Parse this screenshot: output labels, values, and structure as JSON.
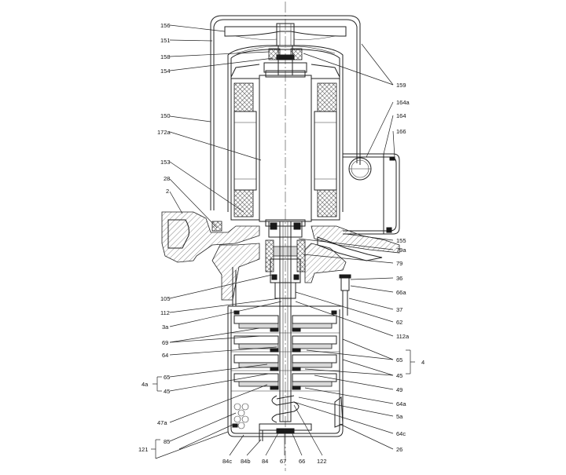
{
  "labels_left": [
    {
      "key": "l156",
      "text": "156"
    },
    {
      "key": "l151",
      "text": "151"
    },
    {
      "key": "l158",
      "text": "158"
    },
    {
      "key": "l154",
      "text": "154"
    },
    {
      "key": "l150",
      "text": "150"
    },
    {
      "key": "l172a",
      "text": "172a"
    },
    {
      "key": "l153",
      "text": "153"
    },
    {
      "key": "l28",
      "text": "28"
    },
    {
      "key": "l2",
      "text": "2"
    },
    {
      "key": "l105",
      "text": "105"
    },
    {
      "key": "l112",
      "text": "112"
    },
    {
      "key": "l3a",
      "text": "3a"
    },
    {
      "key": "l69",
      "text": "69"
    },
    {
      "key": "l64",
      "text": "64"
    },
    {
      "key": "l65",
      "text": "65"
    },
    {
      "key": "l45",
      "text": "45"
    },
    {
      "key": "l4a",
      "text": "4a"
    },
    {
      "key": "l47a",
      "text": "47a"
    },
    {
      "key": "l85",
      "text": "85"
    },
    {
      "key": "l121",
      "text": "121"
    }
  ],
  "labels_right": [
    {
      "key": "r159",
      "text": "159"
    },
    {
      "key": "r164a",
      "text": "164a"
    },
    {
      "key": "r164",
      "text": "164"
    },
    {
      "key": "r166",
      "text": "166"
    },
    {
      "key": "r155",
      "text": "155"
    },
    {
      "key": "r79a",
      "text": "79a"
    },
    {
      "key": "r79",
      "text": "79"
    },
    {
      "key": "r36",
      "text": "36"
    },
    {
      "key": "r66a",
      "text": "66a"
    },
    {
      "key": "r37",
      "text": "37"
    },
    {
      "key": "r62",
      "text": "62"
    },
    {
      "key": "r112a",
      "text": "112a"
    },
    {
      "key": "r65",
      "text": "65"
    },
    {
      "key": "r45",
      "text": "45"
    },
    {
      "key": "r4",
      "text": "4"
    },
    {
      "key": "r49",
      "text": "49"
    },
    {
      "key": "r64a",
      "text": "64a"
    },
    {
      "key": "r5a",
      "text": "5a"
    },
    {
      "key": "r64c",
      "text": "64c"
    },
    {
      "key": "r26",
      "text": "26"
    }
  ],
  "labels_bottom": [
    {
      "key": "b84c",
      "text": "84c"
    },
    {
      "key": "b84b",
      "text": "84b"
    },
    {
      "key": "b84",
      "text": "84"
    },
    {
      "key": "b67",
      "text": "67"
    },
    {
      "key": "b66",
      "text": "66"
    },
    {
      "key": "b122",
      "text": "122"
    }
  ]
}
